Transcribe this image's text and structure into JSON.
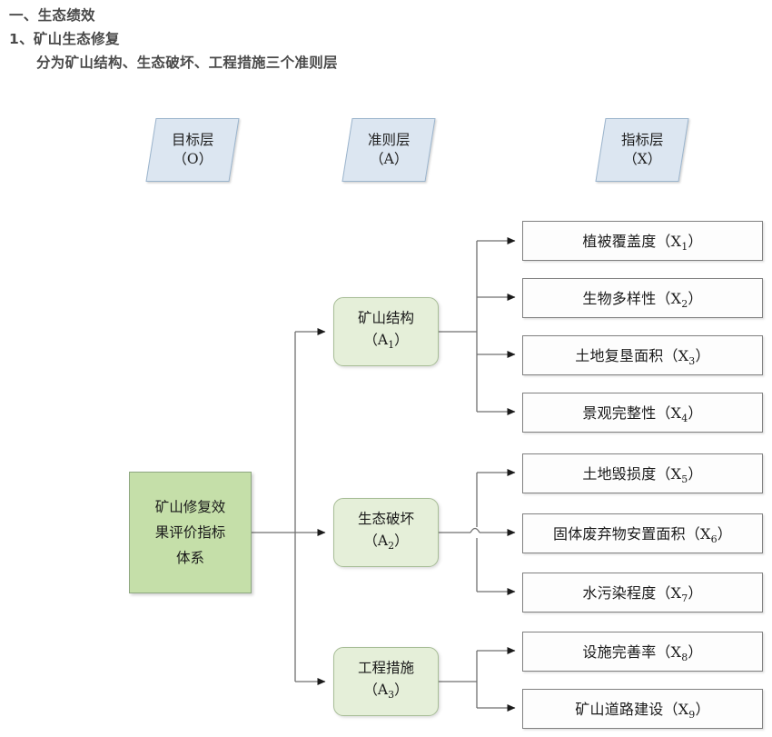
{
  "heading": {
    "line1": "一、生态绩效",
    "line2": "1、矿山生态修复",
    "line3": "分为矿山结构、生态破坏、工程措施三个准则层"
  },
  "colors": {
    "goal_fill": "#c5dfa9",
    "goal_border": "#8fa882",
    "criteria_fill": "#e5efd9",
    "criteria_border": "#a7bd96",
    "indicator_fill": "#fdfdfd",
    "indicator_border": "#808080",
    "layer_head_fill": "#dce6f1",
    "layer_head_border": "#9bb4cc",
    "connector": "#6f6f6f",
    "heading_text": "#4a4a4a"
  },
  "layer_heads": [
    {
      "title": "目标层",
      "code": "（O）"
    },
    {
      "title": "准则层",
      "code": "（A）"
    },
    {
      "title": "指标层",
      "code": "（X）"
    }
  ],
  "goal": {
    "line1": "矿山修复效",
    "line2": "果评价指标",
    "line3": "体系"
  },
  "criteria": [
    {
      "name": "矿山结构",
      "code_prefix": "（A",
      "code_sub": "1",
      "code_suffix": "）"
    },
    {
      "name": "生态破坏",
      "code_prefix": "（A",
      "code_sub": "2",
      "code_suffix": "）"
    },
    {
      "name": "工程措施",
      "code_prefix": "（A",
      "code_sub": "3",
      "code_suffix": "）"
    }
  ],
  "indicators": [
    {
      "label": "植被覆盖度（X",
      "sub": "1",
      "tail": "）"
    },
    {
      "label": "生物多样性（X",
      "sub": "2",
      "tail": "）"
    },
    {
      "label": "土地复垦面积（X",
      "sub": "3",
      "tail": "）"
    },
    {
      "label": "景观完整性（X",
      "sub": "4",
      "tail": "）"
    },
    {
      "label": "土地毁损度（X",
      "sub": "5",
      "tail": "）"
    },
    {
      "label": "固体废弃物安置面积（X",
      "sub": "6",
      "tail": "）"
    },
    {
      "label": "水污染程度（X",
      "sub": "7",
      "tail": "）"
    },
    {
      "label": "设施完善率（X",
      "sub": "8",
      "tail": "）"
    },
    {
      "label": "矿山道路建设（X",
      "sub": "9",
      "tail": "）"
    }
  ]
}
